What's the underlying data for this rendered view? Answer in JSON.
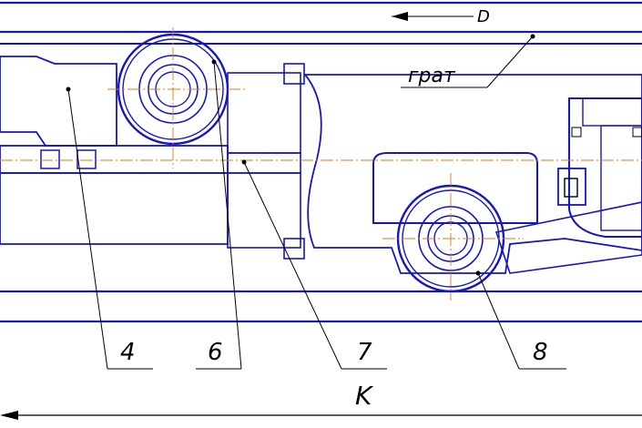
{
  "diagram": {
    "labels": {
      "diameter": "D",
      "burr": "грат",
      "part_4": "4",
      "part_6": "6",
      "part_7": "7",
      "part_8": "8",
      "view_k": "K"
    },
    "colors": {
      "outline": "#1515c8",
      "leader": "#000000",
      "centerline": "#e07a1a",
      "hatch": "#000000"
    }
  }
}
